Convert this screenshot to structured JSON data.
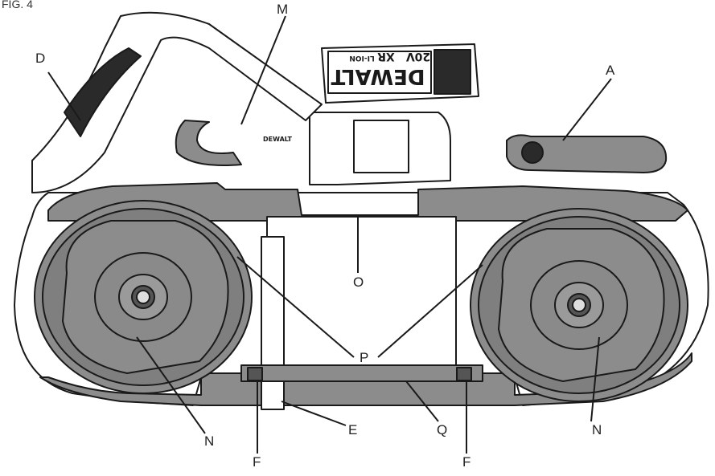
{
  "figure": {
    "label": "FIG. 4"
  },
  "callouts": {
    "A": "A",
    "D": "D",
    "M": "M",
    "O": "O",
    "P": "P",
    "N_left": "N",
    "N_right": "N",
    "E": "E",
    "Q": "Q",
    "F_left": "F",
    "F_right": "F"
  },
  "battery": {
    "brand": "DEWALT",
    "voltage": "20V",
    "max_mark": "XR",
    "chemistry": "LI-ION"
  },
  "guard_label": "DEWALT",
  "colors": {
    "outline": "#1a1a1a",
    "body_fill": "#ffffff",
    "rubber_fill": "#8c8c8c",
    "dark_fill": "#2a2a2a",
    "wheel_fill": "#7a7a7a"
  }
}
